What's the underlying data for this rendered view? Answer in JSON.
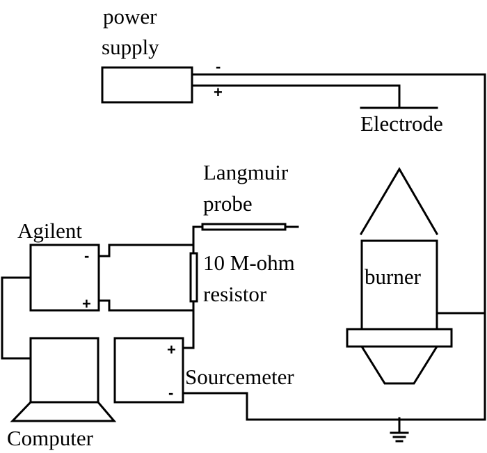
{
  "labels": {
    "power_supply_line1": "power",
    "power_supply_line2": "supply",
    "electrode": "Electrode",
    "langmuir_line1": "Langmuir",
    "langmuir_line2": "probe",
    "agilent": "Agilent",
    "resistor_line1": "10 M-ohm",
    "resistor_line2": "resistor",
    "burner": "burner",
    "sourcemeter": "Sourcemeter",
    "computer": "Computer"
  },
  "signs": {
    "power_minus": "-",
    "power_plus": "+",
    "agilent_minus": "-",
    "agilent_plus": "+",
    "source_plus": "+",
    "source_minus": "-"
  }
}
